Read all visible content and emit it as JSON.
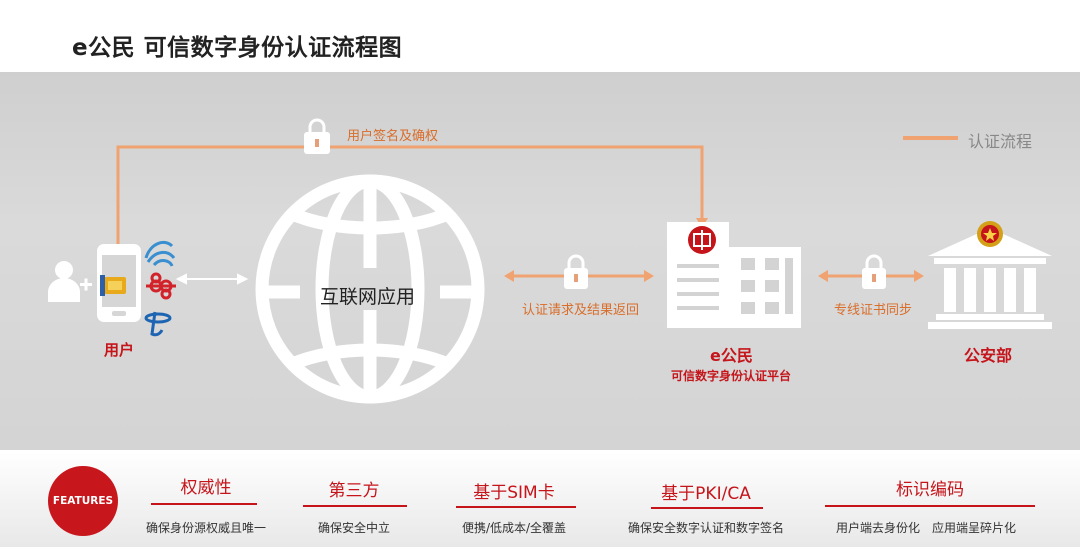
{
  "title": "e公民 可信数字身份认证流程图",
  "legend": {
    "label": "认证流程",
    "color": "#f0a271"
  },
  "nodes": {
    "user": "用户",
    "internet": "互联网应用",
    "platform_name": "e公民",
    "platform_desc": "可信数字身份认证平台",
    "police": "公安部"
  },
  "edges": {
    "sign": "用户签名及确权",
    "request": "认证请求及结果返回",
    "sync": "专线证书同步"
  },
  "features": {
    "badge": "FEATURES",
    "items": [
      {
        "title": "权威性",
        "desc": "确保身份源权威且唯一"
      },
      {
        "title": "第三方",
        "desc": "确保安全中立"
      },
      {
        "title": "基于SIM卡",
        "desc": "便携/低成本/全覆盖"
      },
      {
        "title": "基于PKI/CA",
        "desc": "确保安全数字认证和数字签名"
      },
      {
        "title": "标识编码",
        "desc": "用户端去身份化　应用端呈碎片化"
      }
    ]
  },
  "colors": {
    "accent_red": "#c5151b",
    "flow_orange": "#f0a271",
    "background_gray": "#d3d3d3"
  }
}
